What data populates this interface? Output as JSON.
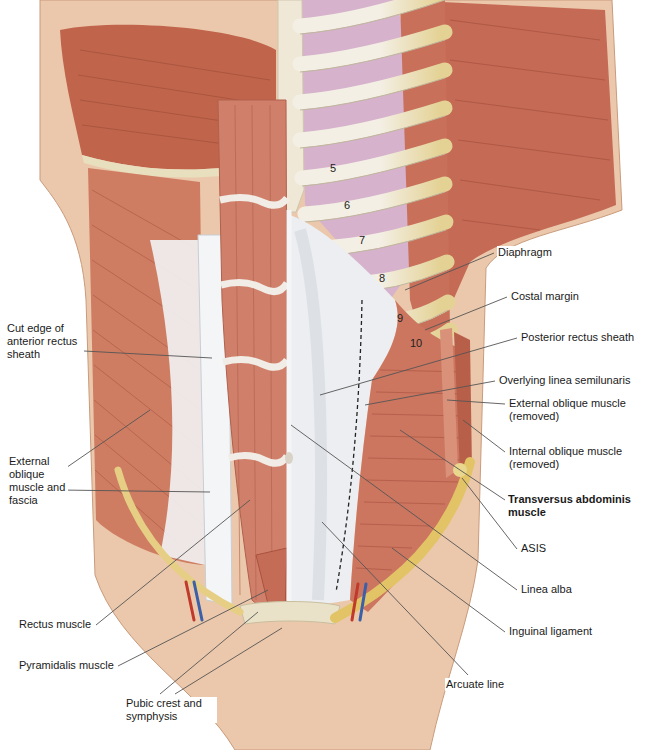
{
  "diagram": {
    "labels": [
      "5",
      "6",
      "7",
      "8",
      "9",
      "10",
      "Diaphragm",
      "Costal margin",
      "Cut edge of anterior rectus sheath",
      "Posterior rectus sheath",
      "Overlying linea semilunaris",
      "External oblique muscle (removed)",
      "Internal oblique muscle (removed)",
      "External oblique muscle and fascia",
      "Transversus abdominis muscle",
      "ASIS",
      "Linea alba",
      "Rectus muscle",
      "Inguinal ligament",
      "Pyramidalis muscle",
      "Arcuate line",
      "Pubic crest and symphysis"
    ]
  }
}
